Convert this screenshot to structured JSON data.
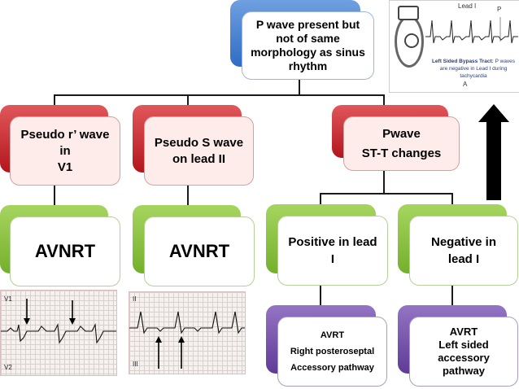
{
  "top_node": {
    "text": [
      "P wave present but",
      "not of same",
      "morphology as sinus",
      "rhythm"
    ]
  },
  "inset": {
    "lead_label": "Lead I",
    "p_label": "P",
    "caption_bold": "Left Sided Bypass Tract:",
    "caption_rest": " P waves are negative in Lead I during tachycardia",
    "panel_letter": "A"
  },
  "branches": [
    {
      "criteria": [
        "Pseudo r’ wave",
        "in",
        "V1"
      ],
      "diagnosis": "AVNRT"
    },
    {
      "criteria": [
        "Pseudo S wave",
        "on lead II"
      ],
      "diagnosis": "AVNRT"
    },
    {
      "criteria": [
        "Pwave",
        "ST-T changes"
      ]
    }
  ],
  "subbranches": [
    {
      "criterion": [
        "Positive in lead",
        "I"
      ],
      "diagnosis": [
        "AVRT",
        "Right posteroseptal",
        "Accessory pathway"
      ]
    },
    {
      "criterion": [
        "Negative in",
        "lead I"
      ],
      "diagnosis": [
        "AVRT",
        "Left sided",
        "accessory",
        "pathway"
      ]
    }
  ],
  "ecg_strips": [
    {
      "lead_top": "V1",
      "lead_bottom": "V2"
    },
    {
      "lead_top": "II",
      "lead_bottom": "III"
    }
  ],
  "colors": {
    "blue": "#2f6cc4",
    "red": "#b3161c",
    "green": "#74b02b",
    "purple": "#5f3b97"
  }
}
